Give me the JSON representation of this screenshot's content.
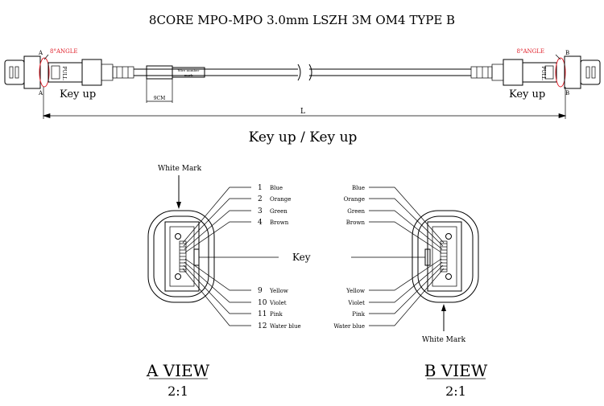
{
  "title": "8CORE MPO-MPO 3.0mm LSZH 3M OM4 TYPE B",
  "cable": {
    "end_a": "A",
    "end_b": "B",
    "angle_a": "8°ANGLE",
    "angle_b": "8°ANGLE",
    "pull_label": "PULL",
    "key_up_a": "Key up",
    "key_up_b": "Key up",
    "sleeve_length": "9CM",
    "wire_label_line1": "Wire number",
    "wire_label_line2": "mark",
    "length_label": "L"
  },
  "subtitle": "Key up / Key up",
  "view_a": {
    "white_mark": "White Mark",
    "key_label": "Key",
    "title": "A VIEW",
    "scale": "2:1",
    "fibers": [
      {
        "num": "1",
        "color": "Blue"
      },
      {
        "num": "2",
        "color": "Orange"
      },
      {
        "num": "3",
        "color": "Green"
      },
      {
        "num": "4",
        "color": "Brown"
      },
      {
        "num": "9",
        "color": "Yellow"
      },
      {
        "num": "10",
        "color": "Violet"
      },
      {
        "num": "11",
        "color": "Pink"
      },
      {
        "num": "12",
        "color": "Water blue"
      }
    ]
  },
  "view_b": {
    "white_mark": "White Mark",
    "title": "B VIEW",
    "scale": "2:1",
    "fibers": [
      {
        "color": "Blue"
      },
      {
        "color": "Orange"
      },
      {
        "color": "Green"
      },
      {
        "color": "Brown"
      },
      {
        "color": "Yellow"
      },
      {
        "color": "Violet"
      },
      {
        "color": "Pink"
      },
      {
        "color": "Water blue"
      }
    ]
  }
}
